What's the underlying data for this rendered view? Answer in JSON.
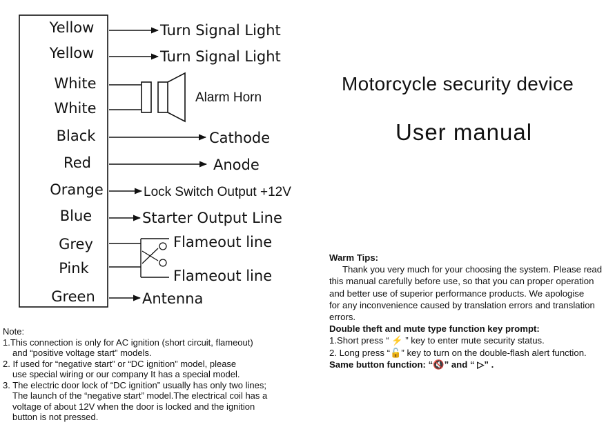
{
  "wires": [
    {
      "color": "Yellow",
      "destination": "Turn Signal Light"
    },
    {
      "color": "Yellow",
      "destination": "Turn Signal Light"
    },
    {
      "color": "White",
      "destination": "Alarm Horn"
    },
    {
      "color": "White",
      "destination": "Alarm Horn"
    },
    {
      "color": "Black",
      "destination": "Cathode"
    },
    {
      "color": "Red",
      "destination": "Anode"
    },
    {
      "color": "Orange",
      "destination": "Lock Switch Output +12V"
    },
    {
      "color": "Blue",
      "destination": "Starter Output Line"
    },
    {
      "color": "Grey",
      "destination": "Flameout  line"
    },
    {
      "color": "Pink",
      "destination": "Flameout  line"
    },
    {
      "color": "Green",
      "destination": "Antenna"
    }
  ],
  "horn_label": "Alarm Horn",
  "title": {
    "line1": "Motorcycle security device",
    "line2": "User   manual"
  },
  "note": {
    "heading": "Note:",
    "lines": [
      "1.This connection is only for AC ignition (short circuit, flameout)",
      "and “positive voltage start” models.",
      "2. If used for “negative start”  or  “DC ignition” model, please",
      "use special wiring or our company It has a special model.",
      "3. The electric door lock of  “DC ignition” usually has only two lines;",
      "The launch of the “negative start” model.The electrical coil has a",
      "voltage of about 12V when the door is locked and the ignition",
      "button is not pressed."
    ]
  },
  "tips": {
    "heading": "Warm Tips:",
    "body": [
      "Thank you very much for your choosing the system. Please read",
      "this manual carefully before use, so that  you can  proper operation",
      "and better use of superior  performance products.   We apologise",
      "for any inconvenience caused by  translation errors and translation",
      "errors."
    ],
    "function_heading": "Double theft and mute type function key prompt:",
    "function_lines": [
      "1.Short press “ ⚡ ” key to enter mute security status.",
      "2. Long press “🔓” key to turn on the double-flash alert function.",
      "Same button function:  “🔇” and “ ▷” ."
    ]
  }
}
